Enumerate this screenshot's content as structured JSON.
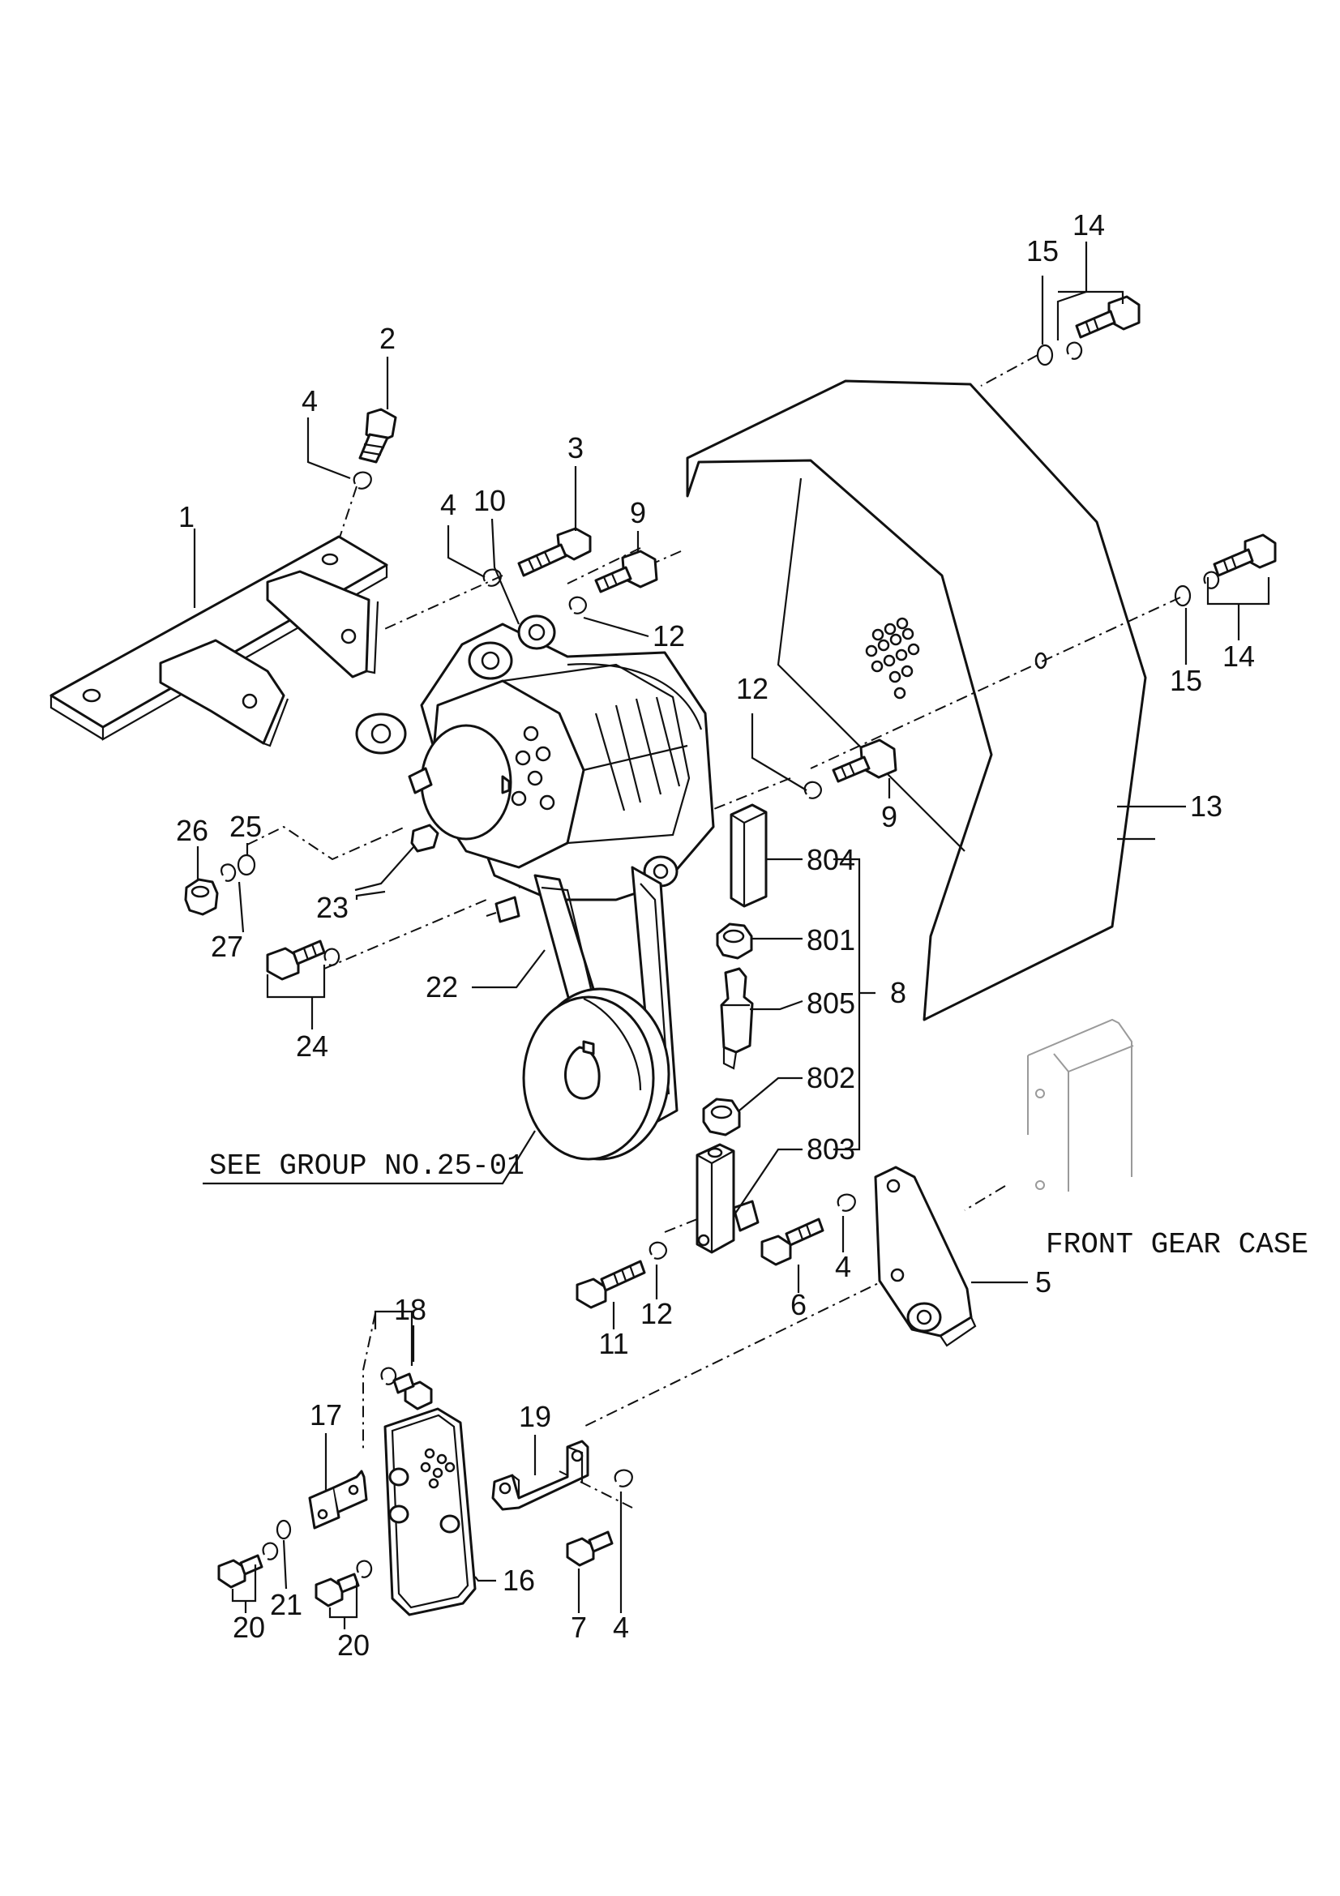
{
  "labels": {
    "p1": "1",
    "p2": "2",
    "p3": "3",
    "p4a": "4",
    "p4b": "4",
    "p4c": "4",
    "p4d": "4",
    "p5": "5",
    "p6": "6",
    "p7": "7",
    "p8": "8",
    "p9a": "9",
    "p9b": "9",
    "p10": "10",
    "p11": "11",
    "p12a": "12",
    "p12b": "12",
    "p12c": "12",
    "p13": "13",
    "p14a": "14",
    "p14b": "14",
    "p15a": "15",
    "p15b": "15",
    "p16": "16",
    "p17": "17",
    "p18": "18",
    "p19": "19",
    "p20a": "20",
    "p20b": "20",
    "p21": "21",
    "p22": "22",
    "p23": "23",
    "p24": "24",
    "p25": "25",
    "p26": "26",
    "p27": "27",
    "p801": "801",
    "p802": "802",
    "p803": "803",
    "p804": "804",
    "p805": "805"
  },
  "notes": {
    "see_group": "SEE GROUP NO.25-01",
    "front_gear_case": "FRONT GEAR CASE"
  }
}
